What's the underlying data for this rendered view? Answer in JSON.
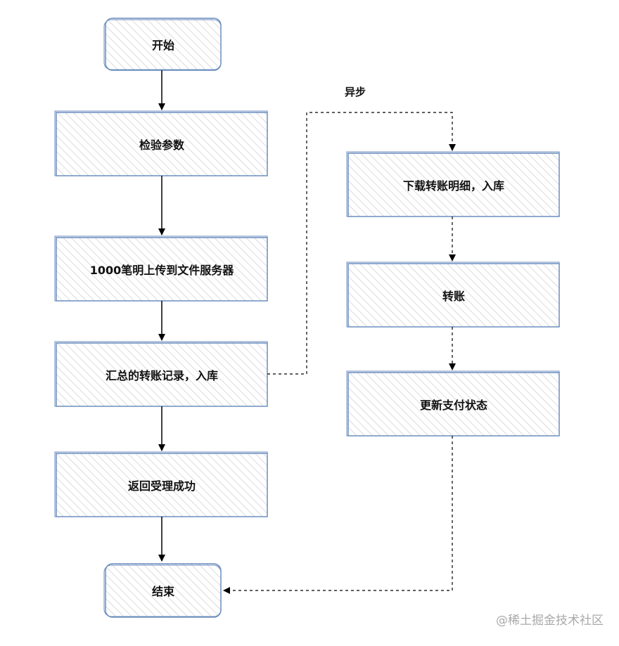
{
  "nodes": {
    "start": "开始",
    "validate": "检验参数",
    "upload": "1000笔明上传到文件服务器",
    "summarize": "汇总的转账记录，入库",
    "return_ok": "返回受理成功",
    "end": "结束",
    "download": "下载转账明细，入库",
    "transfer": "转账",
    "update_status": "更新支付状态"
  },
  "edges": {
    "async_label": "异步"
  },
  "watermark": "@稀土掘金技术社区",
  "colors": {
    "node_border": "#6c8ebf",
    "hatch": "#b8b8b8",
    "arrow": "#000000"
  }
}
